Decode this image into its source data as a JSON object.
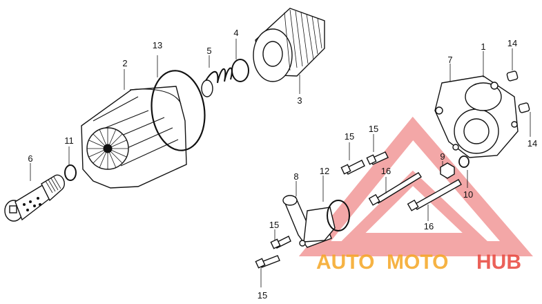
{
  "diagram": {
    "callouts": {
      "c1": "1",
      "c2": "2",
      "c3": "3",
      "c4": "4",
      "c5": "5",
      "c6": "6",
      "c7": "7",
      "c8": "8",
      "c9": "9",
      "c10": "10",
      "c11": "11",
      "c12": "12",
      "c13": "13",
      "c14a": "14",
      "c14b": "14",
      "c15a": "15",
      "c15b": "15",
      "c15c": "15",
      "c15d": "15",
      "c16a": "16",
      "c16b": "16"
    }
  },
  "watermark": {
    "part1": "AUTO",
    "part2": "MOTO",
    "part3": "HUB",
    "colors": {
      "orange": "#f5a623",
      "red": "#e8453c",
      "triangle": "#f08a8a"
    }
  }
}
